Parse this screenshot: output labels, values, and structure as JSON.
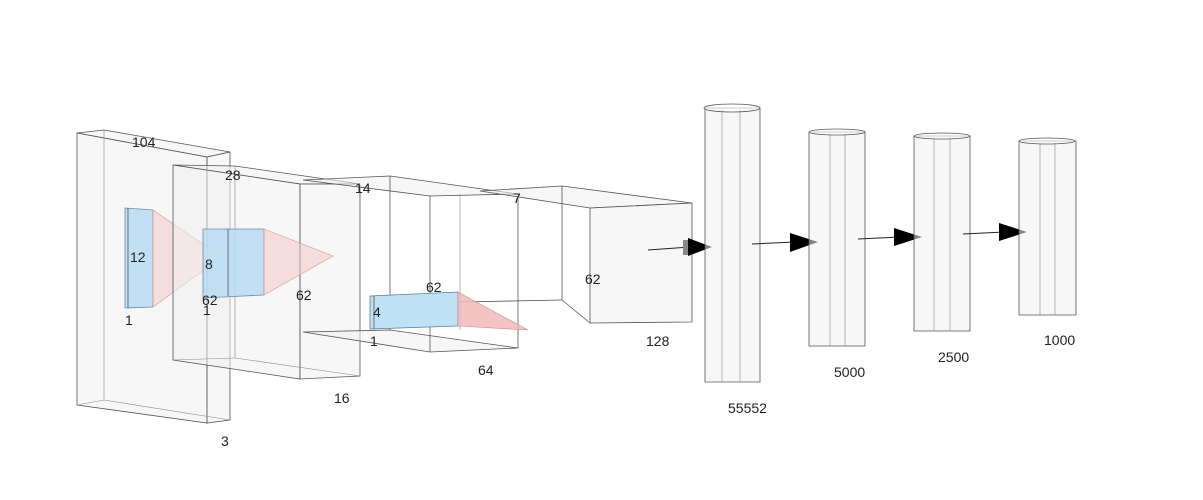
{
  "layers": [
    {
      "id": "input",
      "labels": {
        "width": "104",
        "height": "",
        "depth": "3"
      }
    },
    {
      "id": "conv1",
      "labels": {
        "width": "28",
        "height": "62",
        "depth": "16"
      }
    },
    {
      "id": "conv2",
      "labels": {
        "width": "14",
        "height": "62",
        "depth": "64"
      }
    },
    {
      "id": "conv3",
      "labels": {
        "width": "7",
        "height": "62",
        "depth": "128"
      }
    },
    {
      "id": "fc1",
      "labels": {
        "size": "55552"
      }
    },
    {
      "id": "fc2",
      "labels": {
        "size": "5000"
      }
    },
    {
      "id": "fc3",
      "labels": {
        "size": "2500"
      }
    },
    {
      "id": "fc4",
      "labels": {
        "size": "1000"
      }
    }
  ],
  "kernels": [
    {
      "id": "k1",
      "labels": {
        "h": "12",
        "w": "1",
        "next": "8"
      }
    },
    {
      "id": "k2",
      "labels": {
        "h": "62",
        "w": "1",
        "next": ""
      }
    },
    {
      "id": "k3",
      "labels": {
        "h": "4",
        "w": "1",
        "top": "62"
      }
    }
  ]
}
